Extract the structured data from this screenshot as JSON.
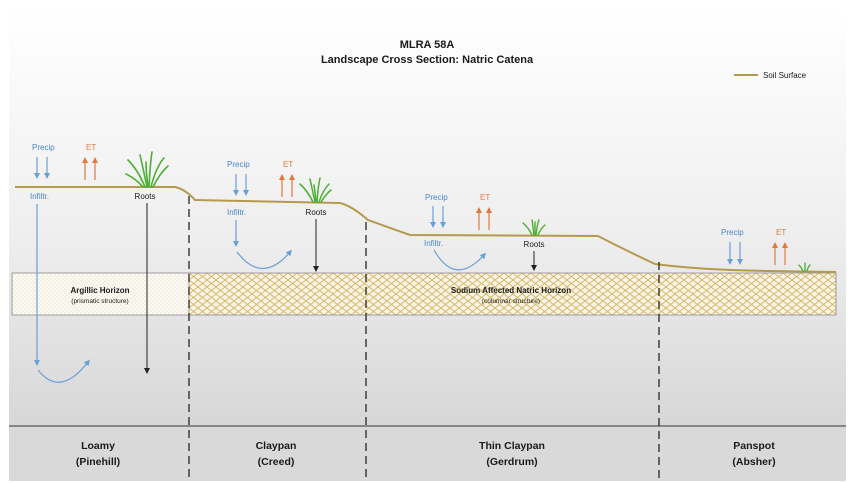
{
  "title": {
    "line1": "MLRA 58A",
    "line2": "Landscape Cross Section: Natric Catena"
  },
  "legend": {
    "label": "Soil Surface"
  },
  "colors": {
    "soil_surface": "#b59a4e",
    "water_arrow": "#6a9fd8",
    "et_arrow": "#e07a3c",
    "background_top": "#f7f7f7",
    "background_bottom": "#d9d9d9",
    "grass": "#4caf34",
    "hatch": "#d6b46a"
  },
  "labels": {
    "precip": "Precip",
    "et": "ET",
    "infiltr": "Infiltr.",
    "roots": "Roots"
  },
  "horizons": {
    "argillic": {
      "name": "Argillic Horizon",
      "structure": "(prismatic structure)"
    },
    "natric": {
      "name": "Sodium Affected Natric Horizon",
      "structure": "(columnar structure)"
    }
  },
  "categories": [
    {
      "name": "Loamy",
      "series": "(Pinehill)"
    },
    {
      "name": "Claypan",
      "series": "(Creed)"
    },
    {
      "name": "Thin Claypan",
      "series": "(Gerdrum)"
    },
    {
      "name": "Panspot",
      "series": "(Absher)"
    }
  ]
}
